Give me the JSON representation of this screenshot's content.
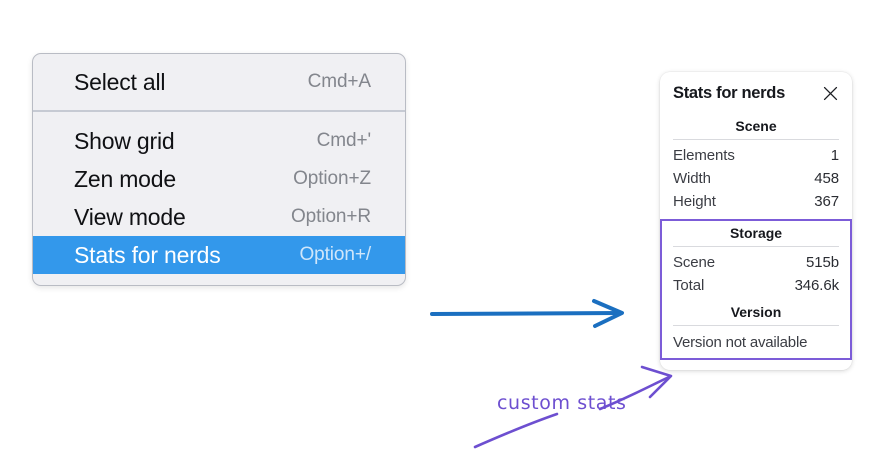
{
  "menu": {
    "groups": [
      {
        "items": [
          {
            "label": "Select all",
            "shortcut": "Cmd+A",
            "selected": false
          }
        ]
      },
      {
        "items": [
          {
            "label": "Show grid",
            "shortcut": "Cmd+'",
            "selected": false
          },
          {
            "label": "Zen mode",
            "shortcut": "Option+Z",
            "selected": false
          },
          {
            "label": "View mode",
            "shortcut": "Option+R",
            "selected": false
          },
          {
            "label": "Stats for nerds",
            "shortcut": "Option+/",
            "selected": true
          }
        ]
      }
    ],
    "highlight_color": "#3398eb"
  },
  "stats_panel": {
    "title": "Stats for nerds",
    "close_icon": "close-icon",
    "scene": {
      "heading": "Scene",
      "rows": [
        {
          "label": "Elements",
          "value": "1"
        },
        {
          "label": "Width",
          "value": "458"
        },
        {
          "label": "Height",
          "value": "367"
        }
      ]
    },
    "storage": {
      "heading": "Storage",
      "rows": [
        {
          "label": "Scene",
          "value": "515b"
        },
        {
          "label": "Total",
          "value": "346.6k"
        }
      ]
    },
    "version": {
      "heading": "Version",
      "text": "Version not available"
    },
    "highlight_box_color": "#7c5cd8"
  },
  "annotations": {
    "custom_stats_label": "custom stats",
    "blue_arrow_color": "#1b6fc0",
    "purple_ink_color": "#6d4fd0"
  }
}
